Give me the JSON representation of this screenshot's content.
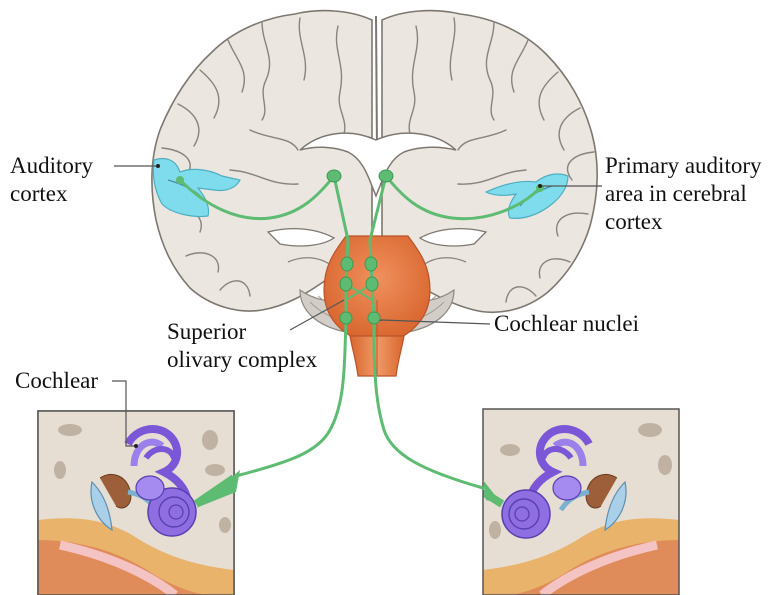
{
  "labels": {
    "auditory_cortex": [
      "Auditory",
      "cortex"
    ],
    "primary_auditory_area": [
      "Primary auditory",
      "area in cerebral",
      "cortex"
    ],
    "superior_olivary_complex": [
      "Superior",
      "olivary complex"
    ],
    "cochlear_nuclei": "Cochlear nuclei",
    "cochlear": "Cochlear"
  },
  "colors": {
    "pathway": "#5dbb72",
    "auditory_area": "#7fdcec",
    "brainstem": "#e07a4c",
    "cochlea": "#8e6ee0",
    "brain_tissue": "#ede8e2"
  }
}
